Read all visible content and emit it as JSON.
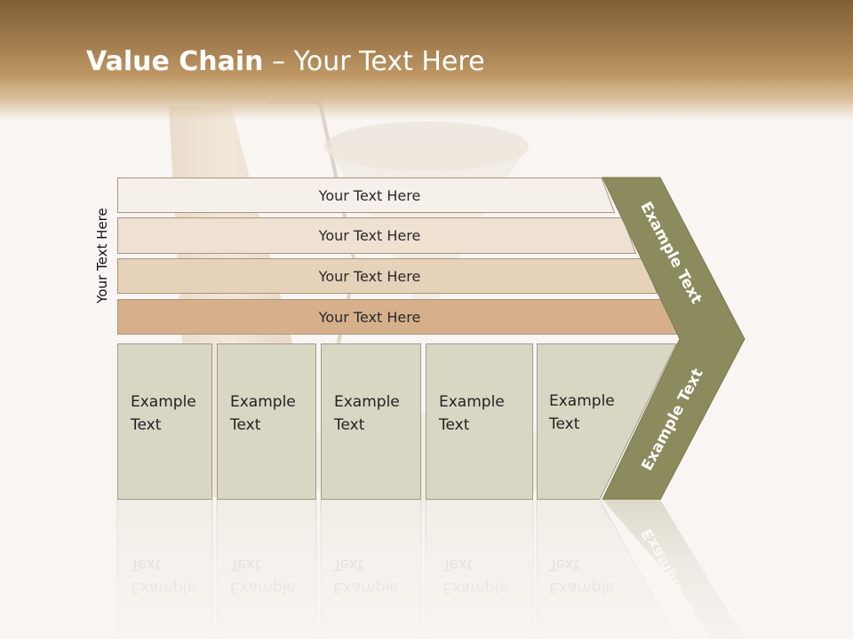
{
  "slide": {
    "title_bold": "Value Chain",
    "title_rest": " – Your Text Here",
    "side_label": "Your Text Here"
  },
  "rows": [
    {
      "label": "Your Text Here",
      "fill": "#f6f0ea"
    },
    {
      "label": "Your Text Here",
      "fill": "#eee1d2"
    },
    {
      "label": "Your Text Here",
      "fill": "#e6d1b9"
    },
    {
      "label": "Your Text Here",
      "fill": "#d5b08b"
    }
  ],
  "activities": [
    {
      "line1": "Example",
      "line2": "Text"
    },
    {
      "line1": "Example",
      "line2": "Text"
    },
    {
      "line1": "Example",
      "line2": "Text"
    },
    {
      "line1": "Example",
      "line2": "Text"
    },
    {
      "line1": "Example",
      "line2": "Text"
    }
  ],
  "margin": {
    "upper_label": "Example Text",
    "lower_label": "Example Text",
    "color": "#8b8b5e"
  },
  "colors": {
    "header_dark": "#7f6035",
    "box_fill": "#d7d7c3",
    "background": "#f8f5f2"
  }
}
